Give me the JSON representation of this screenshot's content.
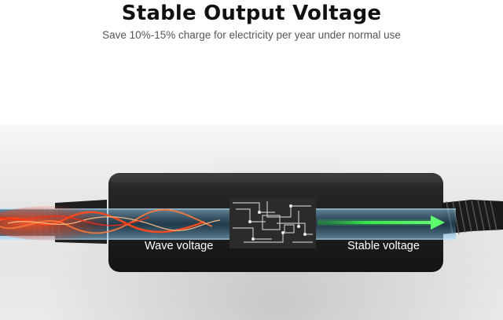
{
  "header": {
    "title": "Stable Output Voltage",
    "subtitle": "Save 10%-15% charge for electricity per year under normal use"
  },
  "image": {
    "labels": {
      "wave": "Wave voltage",
      "stable": "Stable voltage"
    },
    "colors": {
      "wave_beam": "#ff3a1a",
      "stable_beam": "#33e04a",
      "adapter_body": "#222222",
      "tube_glow": "#6ec6f0"
    }
  }
}
